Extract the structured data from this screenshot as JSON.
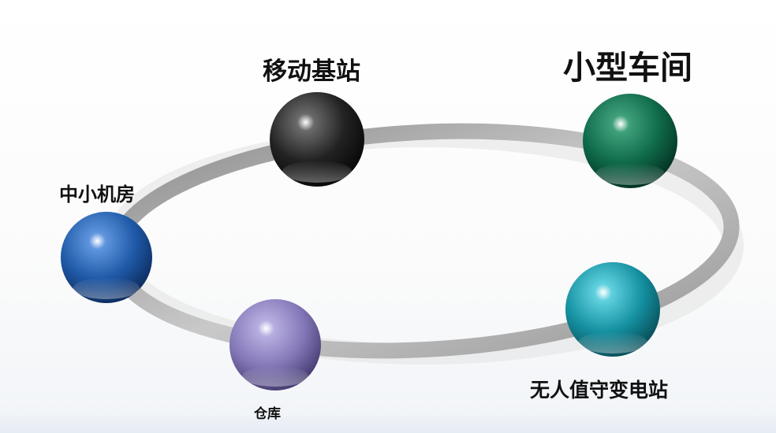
{
  "nodes": [
    {
      "id": "mobile",
      "label": "移动基站",
      "color": "#2a2a2a"
    },
    {
      "id": "workshop",
      "label": "小型车间",
      "color": "#0f6a4a"
    },
    {
      "id": "room",
      "label": "中小机房",
      "color": "#1f5aa8"
    },
    {
      "id": "warehouse",
      "label": "仓库",
      "color": "#8478b8"
    },
    {
      "id": "substation",
      "label": "无人值守变电站",
      "color": "#1591a2"
    }
  ],
  "ring_color": "#b8b8b8"
}
